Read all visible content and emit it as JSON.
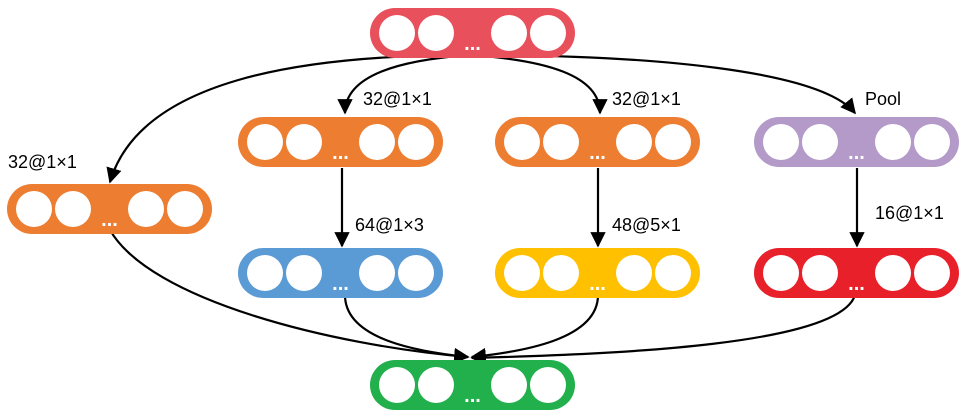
{
  "nodes": [
    {
      "id": "input",
      "color": "#e8505b",
      "ellipsis": "..."
    },
    {
      "id": "conv-1x1-left",
      "color": "#ed7d31",
      "ellipsis": "..."
    },
    {
      "id": "conv-1x1-mid-a",
      "color": "#ed7d31",
      "ellipsis": "..."
    },
    {
      "id": "conv-1x1-mid-b",
      "color": "#ed7d31",
      "ellipsis": "..."
    },
    {
      "id": "pool",
      "color": "#b39ac9",
      "ellipsis": "..."
    },
    {
      "id": "conv-1x3",
      "color": "#5b9bd5",
      "ellipsis": "..."
    },
    {
      "id": "conv-5x1",
      "color": "#ffc000",
      "ellipsis": "..."
    },
    {
      "id": "conv-1x1-pool-proj",
      "color": "#e8202a",
      "ellipsis": "..."
    },
    {
      "id": "output",
      "color": "#21b04b",
      "ellipsis": "..."
    }
  ],
  "labels": {
    "left": "32@1×1",
    "mid_a": "32@1×1",
    "mid_b": "32@1×1",
    "pool": "Pool",
    "conv_1x3": "64@1×3",
    "conv_5x1": "48@5×1",
    "pool_proj": "16@1×1"
  }
}
